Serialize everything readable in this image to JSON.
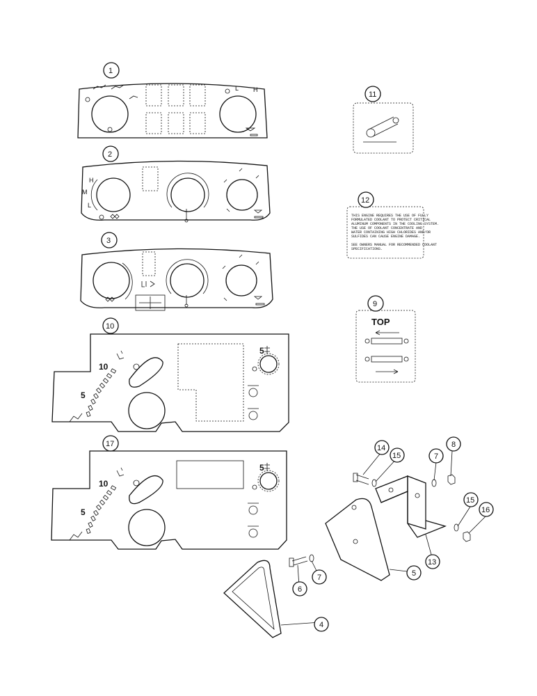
{
  "callouts": {
    "c1": "1",
    "c2": "2",
    "c3": "3",
    "c4": "4",
    "c5": "5",
    "c6": "6",
    "c7a": "7",
    "c7b": "7",
    "c8": "8",
    "c9": "9",
    "c10": "10",
    "c11": "11",
    "c12": "12",
    "c13": "13",
    "c14": "14",
    "c15a": "15",
    "c15b": "15",
    "c16": "16",
    "c17": "17"
  },
  "panel2": {
    "h": "H",
    "m": "M",
    "l": "L"
  },
  "panel1": {
    "l": "L",
    "h": "H"
  },
  "gauge": {
    "ten": "10",
    "five": "5",
    "five_right": "5"
  },
  "label9": {
    "top": "TOP"
  },
  "label12": {
    "lines": [
      "THIS ENGINE REQUIRES THE USE OF FULLY",
      "FORMULATED COOLANT TO PROTECT CRITICAL",
      "ALUMINUM COMPONENTS IN THE COOLING SYSTEM.",
      "THE USE OF COOLANT CONCENTRATE AND",
      "WATER CONTAINING HIGH CHLORIDES AND/OR",
      "SULFIDES CAN CAUSE ENGINE DAMAGE.",
      "",
      "SEE OWNERS MANUAL FOR RECOMMENDED COOLANT",
      "SPECIFICATIONS."
    ]
  }
}
